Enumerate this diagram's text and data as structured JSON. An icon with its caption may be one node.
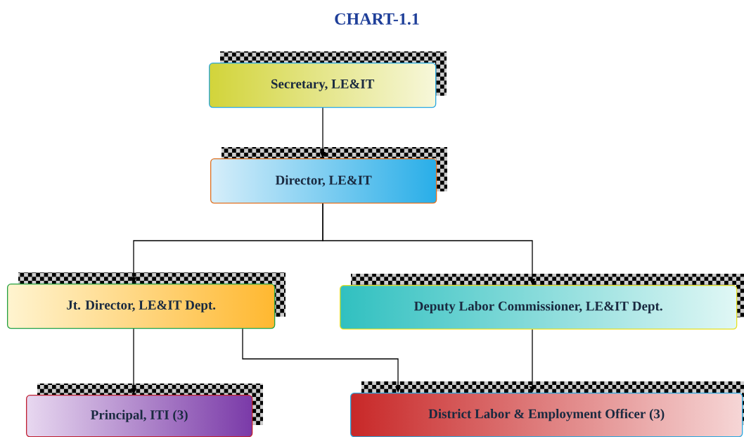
{
  "diagram": {
    "title": "CHART-1.1",
    "nodes": [
      {
        "text": [
          "Secretary, LE&IT"
        ]
      },
      {
        "text": [
          "Director, LE&IT"
        ]
      },
      {
        "text": [
          "Jt. Director, LE&IT Dept."
        ]
      },
      {
        "text": [
          "Deputy Labor Commissioner, LE&IT Dept."
        ]
      },
      {
        "text": [
          "Principal, ITI (3)"
        ]
      },
      {
        "text": [
          "District Labor & Employment Officer (3)"
        ]
      }
    ],
    "edges": [
      {
        "from": 0,
        "to": 1,
        "arrow": "to"
      },
      {
        "from": 1,
        "to": 2,
        "arrow": "to"
      },
      {
        "from": 1,
        "to": 3,
        "arrow": "to"
      },
      {
        "from": 2,
        "to": 4,
        "arrow": "to"
      },
      {
        "from": 2,
        "to": 5,
        "arrow": "to"
      },
      {
        "from": 3,
        "to": 5,
        "arrow": "to"
      }
    ]
  }
}
